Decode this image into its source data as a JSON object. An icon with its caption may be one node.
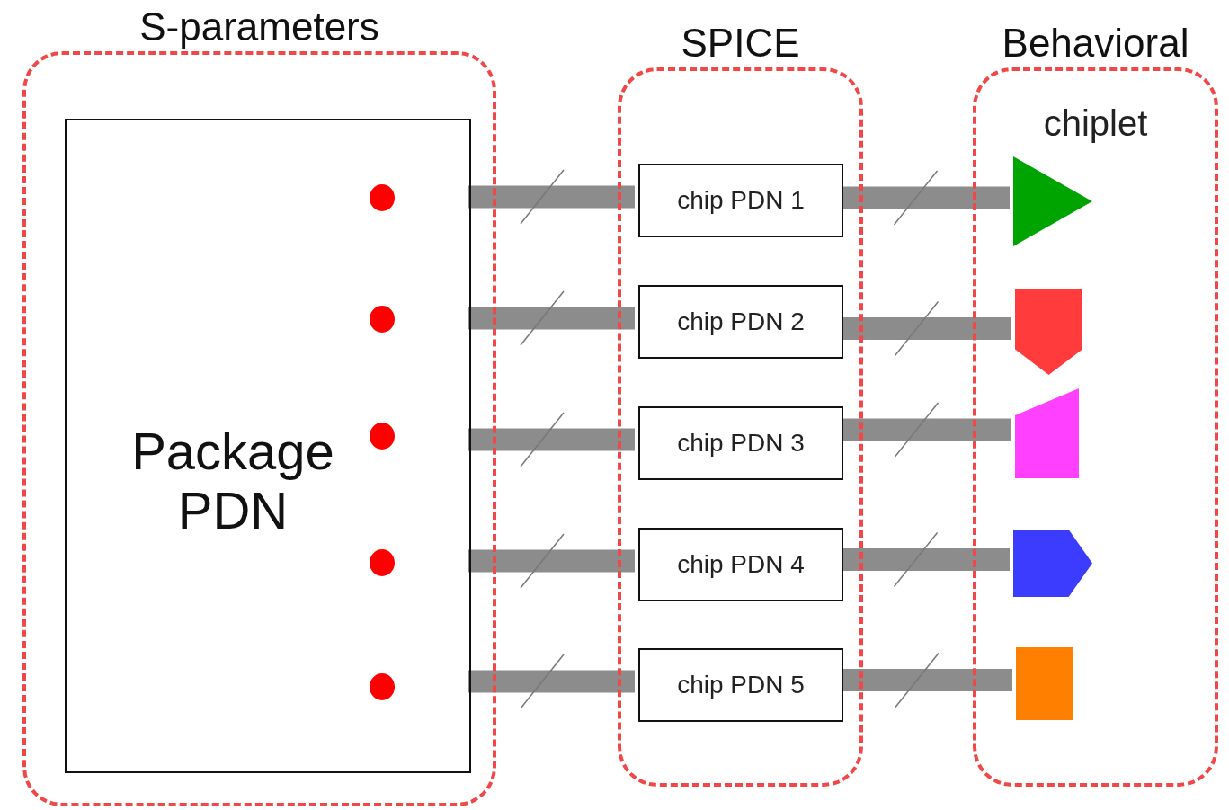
{
  "diagram": {
    "nodes": [
      {
        "text": [
          "S-parameters"
        ]
      },
      {
        "text": [
          "Package PDN"
        ],
        "in": 0
      },
      {
        "text": [
          "SPICE"
        ]
      },
      {
        "text": [
          "chip PDN 1"
        ],
        "in": 2
      },
      {
        "text": [
          "chip PDN 2"
        ],
        "in": 2
      },
      {
        "text": [
          "chip PDN 3"
        ],
        "in": 2
      },
      {
        "text": [
          "chip PDN 4"
        ],
        "in": 2
      },
      {
        "text": [
          "chip PDN 5"
        ],
        "in": 2
      },
      {
        "text": [
          "Behavioral",
          "chiplet"
        ]
      },
      {
        "text": [],
        "shape": "triangle",
        "in": 8
      },
      {
        "text": [],
        "shape": "pentagon",
        "in": 8
      },
      {
        "text": [],
        "shape": "trapezoid",
        "in": 8
      },
      {
        "text": [],
        "shape": "pentagon",
        "in": 8
      },
      {
        "text": [],
        "shape": "box",
        "in": 8
      }
    ],
    "edges": [
      {
        "from": 1,
        "to": 3,
        "arrow": "none"
      },
      {
        "from": 1,
        "to": 4,
        "arrow": "none"
      },
      {
        "from": 1,
        "to": 5,
        "arrow": "none"
      },
      {
        "from": 1,
        "to": 6,
        "arrow": "none"
      },
      {
        "from": 1,
        "to": 7,
        "arrow": "none"
      },
      {
        "from": 3,
        "to": 9,
        "arrow": "none"
      },
      {
        "from": 4,
        "to": 10,
        "arrow": "none"
      },
      {
        "from": 5,
        "to": 11,
        "arrow": "none"
      },
      {
        "from": 6,
        "to": 12,
        "arrow": "none"
      },
      {
        "from": 7,
        "to": 13,
        "arrow": "none"
      }
    ]
  }
}
